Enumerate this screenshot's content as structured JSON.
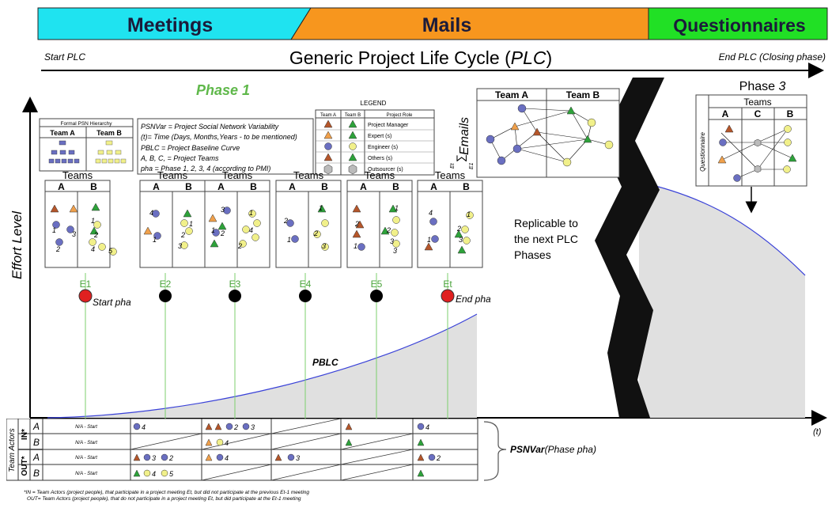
{
  "header_bands": {
    "meetings": "Meetings",
    "mails": "Mails",
    "questionnaires": "Questionnaires",
    "colors": {
      "meetings": "#1fe3f0",
      "mails": "#f7961e",
      "questionnaires": "#21e025"
    }
  },
  "timeline": {
    "start": "Start PLC",
    "title": "Generic Project Life Cycle  (",
    "title_italic": "PLC",
    "title_end": ")",
    "end": "End PLC (Closing phase)"
  },
  "phase1": "Phase 1",
  "phase3": {
    "label": "Phase ",
    "num": "3",
    "teams": "Teams",
    "cols": [
      "A",
      "C",
      "B"
    ],
    "questionnaire": "Questionnaire"
  },
  "y_axis": "Effort Level",
  "x_axis": "(t)",
  "hierarchy": {
    "title": "Formal PSN Hierarchy",
    "team_a": "Team A",
    "team_b": "Team B"
  },
  "definitions": [
    "PSNVar = Project Social Network Variability",
    "(t)= Time (Days, Months,Years - to be mentioned)",
    "PBLC = Project Baseline Curve",
    "A, B, C, = Project Teams",
    "pha = Phase 1, 2, 3, 4 (according to PMI)"
  ],
  "legend": {
    "title": "LEGEND",
    "headers": [
      "Team A",
      "Team B",
      "Project Role"
    ],
    "roles": [
      "Project Manager",
      "Expert (s)",
      "Engineer (s)",
      "Others (s)",
      "Outsourcer (s)"
    ]
  },
  "emails": {
    "label": "Emails",
    "team_a": "Team A",
    "team_b": "Team B",
    "sum_top": "Et",
    "sum_sym": "∑",
    "sum_bottom": "E1"
  },
  "teams": [
    {
      "label": "Teams",
      "cols": [
        "A",
        "B"
      ]
    },
    {
      "label": "Teams",
      "cols": [
        "A",
        "B"
      ]
    },
    {
      "label": "Teams",
      "cols": [
        "A",
        "B"
      ]
    },
    {
      "label": "Teams",
      "cols": [
        "A",
        "B"
      ]
    },
    {
      "label": "Teams",
      "cols": [
        "A",
        "B"
      ]
    },
    {
      "label": "Teams",
      "cols": [
        "A",
        "B"
      ]
    }
  ],
  "meetings": [
    "E1",
    "E2",
    "E3",
    "E4",
    "E5",
    "Et"
  ],
  "start_pha": "Start pha",
  "end_pha": "End pha",
  "pblc": "PBLC",
  "replicable": [
    "Replicable to",
    "the next PLC",
    "Phases"
  ],
  "psnvar": {
    "bold": "PSNVar",
    "rest": "(Phase pha)"
  },
  "matrix": {
    "side_label": "Team Actors",
    "group_in": "IN*",
    "group_out": "OUT*",
    "row_labels": [
      "A",
      "B",
      "A",
      "B"
    ],
    "na": "N/A - Start"
  },
  "notes": [
    "*IN = Team Actors (project people), that participate in a project meeting Et, but did not participate at the previous Et-1 meeting",
    "OUT= Team Actors (project people), that do not participate in a project meeting Et, but did participate at the Et-1 meeting"
  ],
  "colors": {
    "tri_a": "#b5562a",
    "tri_b": "#2da23a",
    "tri_c": "#f0a04b",
    "eng_blue": "#6a6fc1",
    "eng_yellow": "#f1f08a",
    "pblc_line": "#3a42d8",
    "red_dot": "#e02020"
  }
}
